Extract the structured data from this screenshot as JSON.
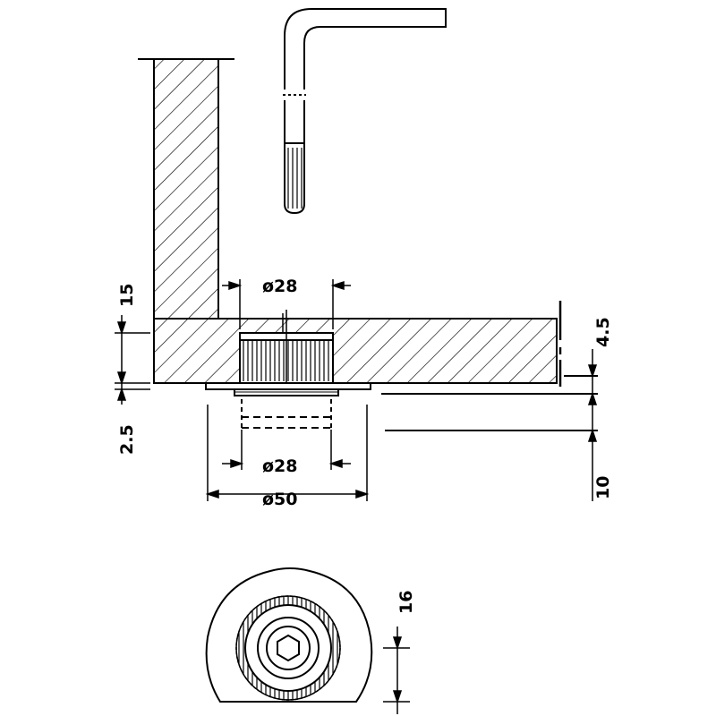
{
  "drawing": {
    "dimensions": {
      "d_28_top": "ø28",
      "d_28_bottom": "ø28",
      "d_50": "ø50",
      "h_15": "15",
      "h_2_5": "2.5",
      "h_4_5": "4.5",
      "h_10": "10",
      "h_16": "16"
    }
  },
  "colors": {
    "ink": "#000000",
    "paper": "#ffffff"
  }
}
